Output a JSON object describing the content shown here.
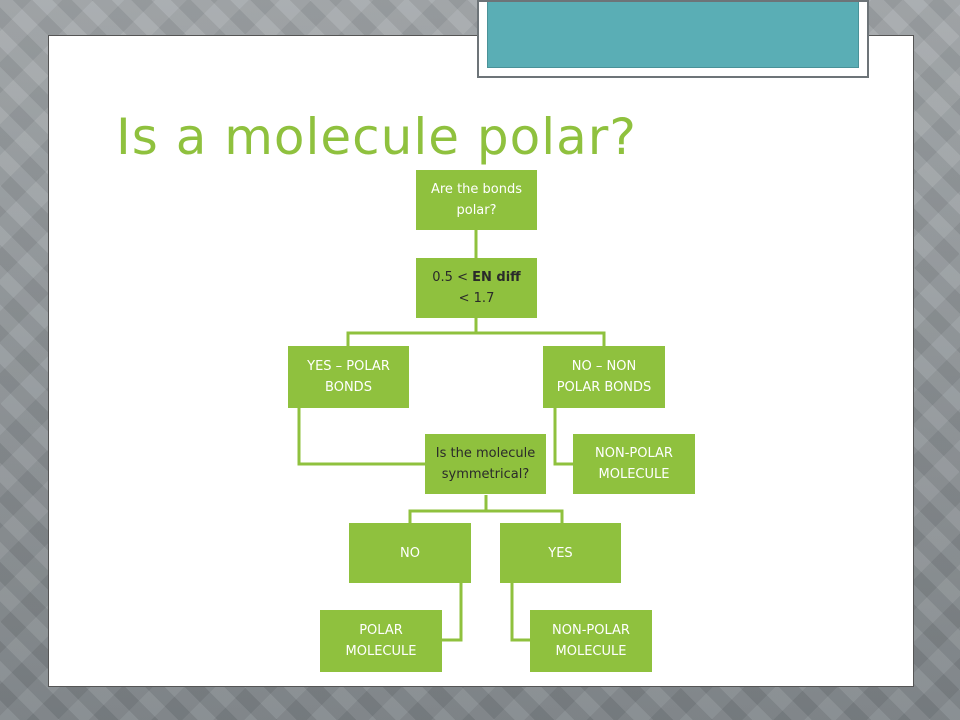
{
  "slide": {
    "title": "Is a molecule polar?"
  },
  "flowchart": {
    "bonds_question": {
      "line1": "Are the bonds",
      "line2": "polar?"
    },
    "en_diff": {
      "prefix": "0.5 < ",
      "bold": "EN diff",
      "suffix": "< 1.7"
    },
    "yes_polar_bonds": {
      "line1": "YES – POLAR",
      "line2": "BONDS"
    },
    "no_nonpolar_bonds": {
      "line1": "NO – NON",
      "line2": "POLAR BONDS"
    },
    "symmetry_question": {
      "line1": "Is the molecule",
      "line2": "symmetrical?"
    },
    "nonpolar_result_right": {
      "line1": "NON-POLAR",
      "line2": "MOLECULE"
    },
    "no_answer": {
      "label": "NO"
    },
    "yes_answer": {
      "label": "YES"
    },
    "polar_result": {
      "line1": "POLAR",
      "line2": "MOLECULE"
    },
    "nonpolar_result_bottom": {
      "line1": "NON-POLAR",
      "line2": "MOLECULE"
    }
  },
  "colors": {
    "accent_green": "#8fc13e",
    "teal": "#5aaeb5"
  }
}
